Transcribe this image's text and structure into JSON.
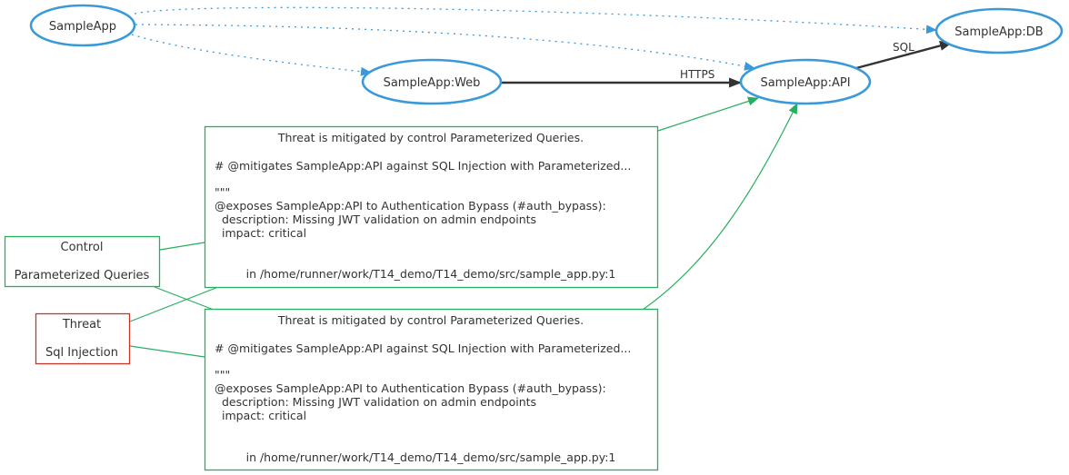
{
  "colors": {
    "component": "#3a9ad9",
    "mitigation": "#27ae60",
    "threat": "#c0392b",
    "flow": "#333333",
    "text": "#333333"
  },
  "nodes": {
    "app": "SampleApp",
    "web": "SampleApp:Web",
    "api": "SampleApp:API",
    "db": "SampleApp:DB"
  },
  "edges": {
    "https": "HTTPS",
    "sql": "SQL"
  },
  "control": {
    "kind": "Control",
    "name": "Parameterized Queries"
  },
  "threat": {
    "kind": "Threat",
    "name": "Sql Injection"
  },
  "mitigation_boxes": [
    {
      "title": "Threat is mitigated by control Parameterized Queries.",
      "comment": "# @mitigates SampleApp:API against SQL Injection with Parameterized...",
      "docstring": "\"\"\"",
      "exposes": "@exposes SampleApp:API to Authentication Bypass (#auth_bypass):",
      "description": "description: Missing JWT validation on admin endpoints",
      "impact": "impact: critical",
      "location": "in /home/runner/work/T14_demo/T14_demo/src/sample_app.py:1"
    },
    {
      "title": "Threat is mitigated by control Parameterized Queries.",
      "comment": "# @mitigates SampleApp:API against SQL Injection with Parameterized...",
      "docstring": "\"\"\"",
      "exposes": "@exposes SampleApp:API to Authentication Bypass (#auth_bypass):",
      "description": "description: Missing JWT validation on admin endpoints",
      "impact": "impact: critical",
      "location": "in /home/runner/work/T14_demo/T14_demo/src/sample_app.py:1"
    }
  ]
}
